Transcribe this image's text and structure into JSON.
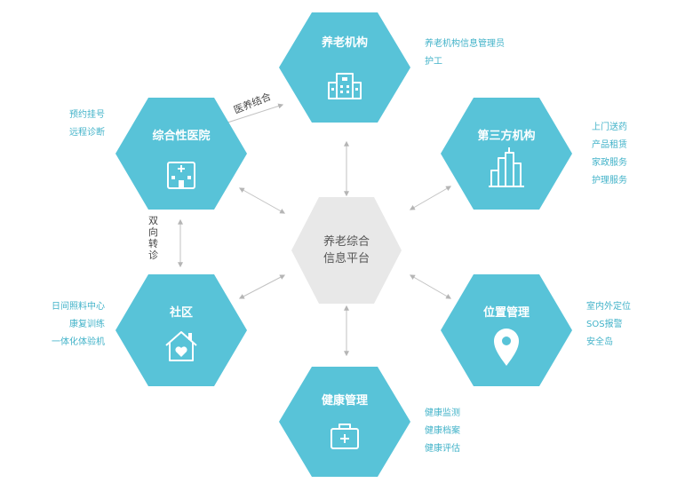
{
  "colors": {
    "hexagon": "#58c3d8",
    "center_hexagon": "#e8e8e8",
    "label_text": "#43b3c9",
    "connector": "#c2c2c2"
  },
  "center": {
    "line1": "养老综合",
    "line2": "信息平台"
  },
  "nodes": {
    "elderly_institution": {
      "title": "养老机构",
      "icon": "building-icon",
      "labels": [
        "养老机构信息管理员",
        "护工"
      ]
    },
    "third_party": {
      "title": "第三方机构",
      "icon": "office-tower-icon",
      "labels": [
        "上门送药",
        "产品租赁",
        "家政服务",
        "护理服务"
      ]
    },
    "location": {
      "title": "位置管理",
      "icon": "map-pin-icon",
      "labels": [
        "室内外定位",
        "SOS报警",
        "安全岛"
      ]
    },
    "health": {
      "title": "健康管理",
      "icon": "medical-kit-icon",
      "labels": [
        "健康监测",
        "健康档案",
        "健康评估"
      ]
    },
    "community": {
      "title": "社区",
      "icon": "house-heart-icon",
      "labels": [
        "日间照料中心",
        "康复训练",
        "一体化体验机"
      ]
    },
    "hospital": {
      "title": "综合性医院",
      "icon": "hospital-icon",
      "labels": [
        "预约挂号",
        "远程诊断"
      ]
    }
  },
  "edges": {
    "medical_care": "医养结合",
    "referral": "双向转诊"
  }
}
